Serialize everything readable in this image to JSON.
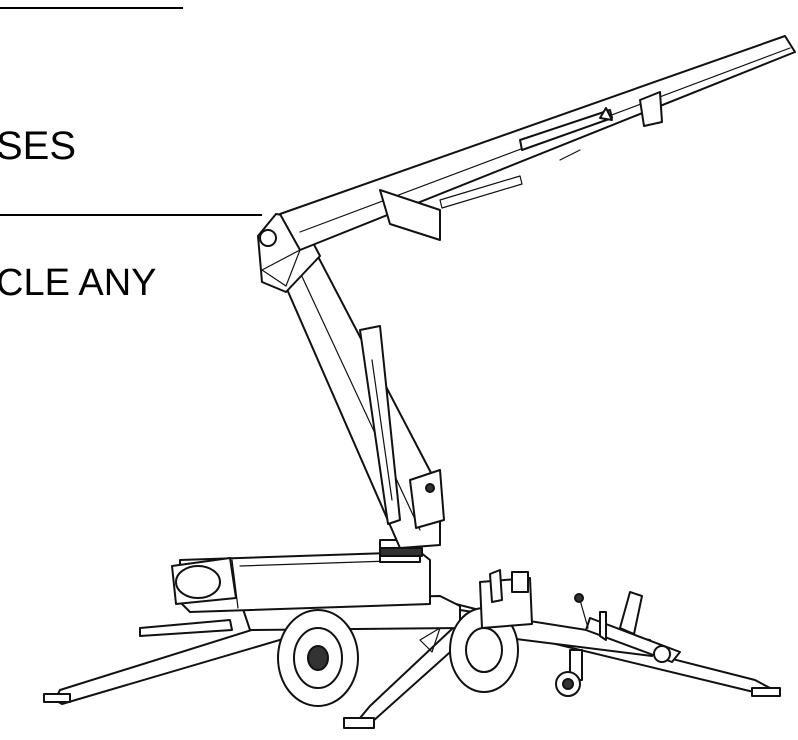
{
  "text": {
    "line1": "SES",
    "line2": "CLE ANY"
  },
  "illustration": {
    "subject": "towable-boom-lift",
    "stroke_color": "#111111",
    "background": "#ffffff"
  }
}
